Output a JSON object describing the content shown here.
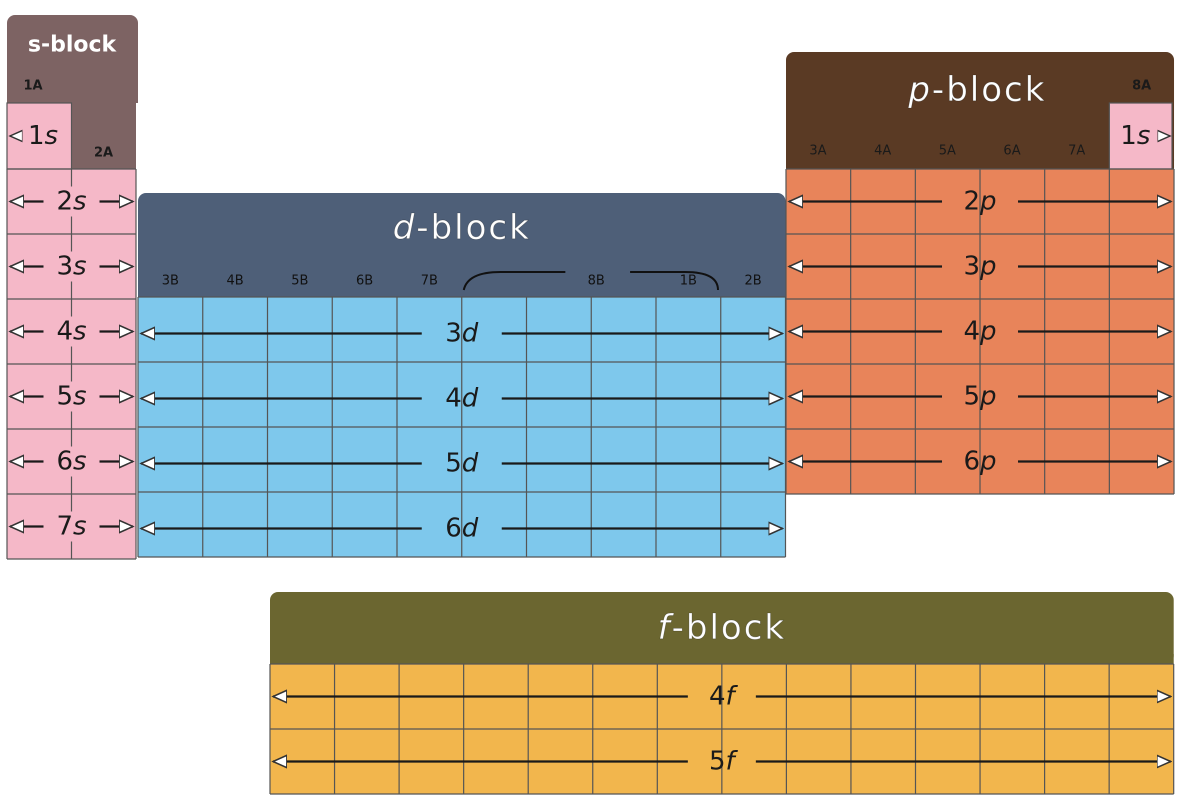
{
  "s_block": {
    "title": "s-block",
    "group_1": "1A",
    "group_2": "2A",
    "rows": [
      "1s",
      "2s",
      "3s",
      "4s",
      "5s",
      "6s",
      "7s"
    ]
  },
  "d_block": {
    "title_italic": "d",
    "title_rest": "-block",
    "groups": [
      "3B",
      "4B",
      "5B",
      "6B",
      "7B",
      "8B",
      "1B",
      "2B"
    ],
    "rows": [
      "3d",
      "4d",
      "5d",
      "6d"
    ]
  },
  "p_block": {
    "title_italic": "p",
    "title_rest": "-block",
    "groups": [
      "3A",
      "4A",
      "5A",
      "6A",
      "7A"
    ],
    "group_8": "8A",
    "helium": "1s",
    "rows": [
      "2p",
      "3p",
      "4p",
      "5p",
      "6p"
    ]
  },
  "f_block": {
    "title_italic": "f",
    "title_rest": "-block",
    "rows": [
      "4f",
      "5f"
    ]
  },
  "colors": {
    "s_fill": "#f5b8c8",
    "s_header": "#7d6363",
    "d_fill": "#7ec8ec",
    "d_header": "#4e5f78",
    "p_fill": "#e8845a",
    "p_header": "#5a3a24",
    "f_fill": "#f2b64d",
    "f_header": "#6b6630",
    "grid": "#555555",
    "arrow": "#1a1a1a"
  }
}
